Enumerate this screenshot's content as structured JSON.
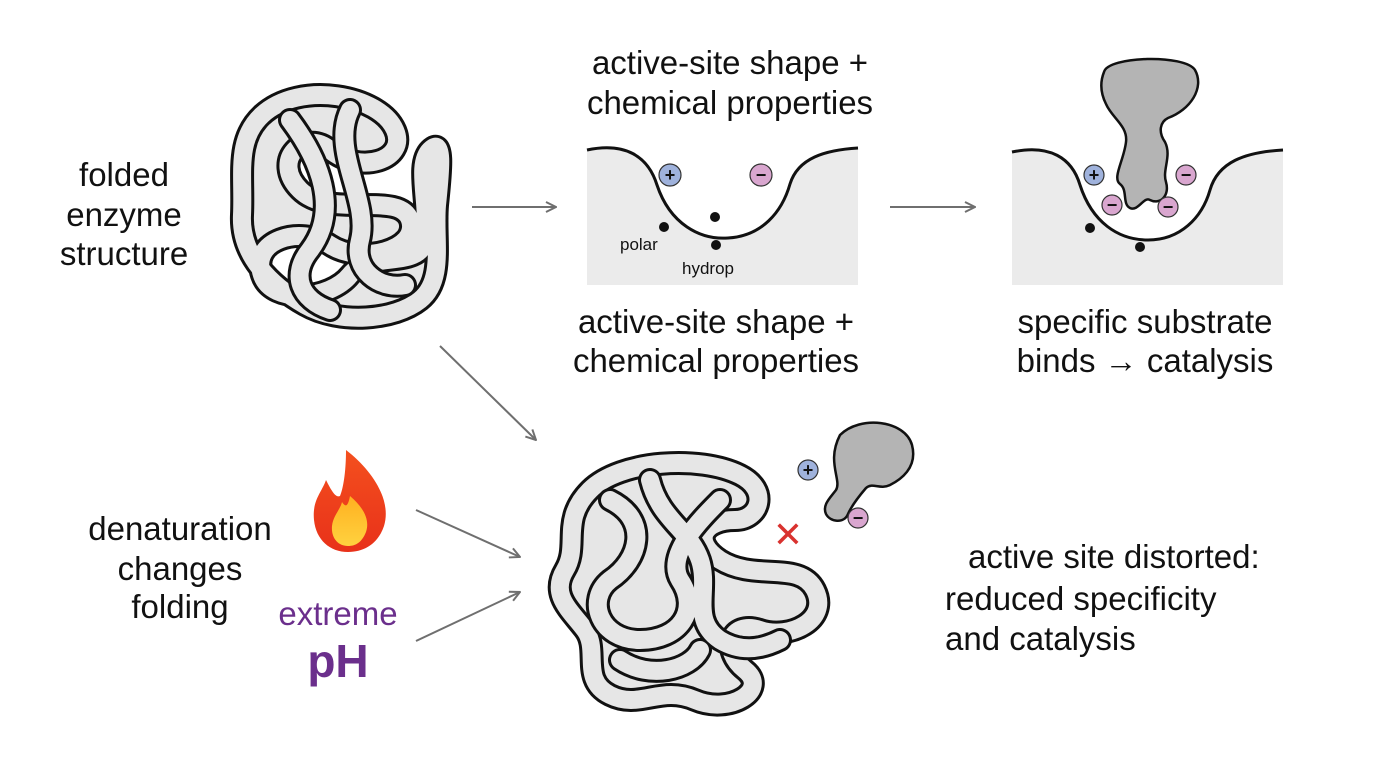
{
  "labels": {
    "folded_enzyme": [
      "folded",
      "enzyme",
      "structure"
    ],
    "active_site_top": [
      "active-site shape +",
      "chemical properties"
    ],
    "active_site_bottom": [
      "active-site shape +",
      "chemical properties"
    ],
    "polar": "polar",
    "hydrop": "hydrop",
    "substrate_binds": [
      "specific substrate",
      "binds → catalysis"
    ],
    "denaturation": [
      "denaturation",
      "changes",
      "folding"
    ],
    "extreme": "extreme",
    "ph": "pH",
    "distorted": [
      "active site distorted:",
      "reduced specificity",
      "and catalysis"
    ]
  },
  "charges": {
    "plus": "+",
    "minus": "−"
  },
  "no_bind_mark": "✕",
  "icons": {
    "heat": "flame-icon"
  },
  "colors": {
    "ink": "#111111",
    "coil_fill": "#e6e6e6",
    "panel": "#ebebeb",
    "substrate": "#b4b4b4",
    "plus_badge": "#9fb2dc",
    "minus_badge": "#d9a6cf",
    "cross": "#d9322f",
    "ph_purple": "#6b2f8c",
    "arrow": "#6f6f6f"
  }
}
